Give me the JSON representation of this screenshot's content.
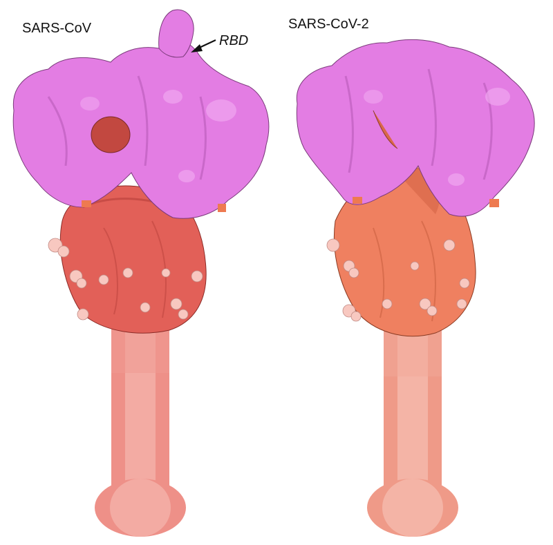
{
  "labels": {
    "left": "SARS-CoV",
    "right": "SARS-CoV-2",
    "annotation": "RBD"
  },
  "colors": {
    "s1_head": "#e37de3",
    "s1_head_dark": "#b85ab8",
    "s1_head_light": "#f0a6f0",
    "s2_left": "#e26058",
    "s2_left_dark": "#b8403a",
    "s2_right": "#ef8060",
    "s2_right_dark": "#c45a3a",
    "glycan": "#f8c8c0",
    "stalk_outer": "#ee9088",
    "stalk_inner": "#f3aba3",
    "stalk_right_outer": "#ef9a88",
    "stalk_right_inner": "#f4b4a6"
  },
  "figures": [
    {
      "name": "SARS-CoV",
      "annotation_arrow": "RBD"
    },
    {
      "name": "SARS-CoV-2"
    }
  ]
}
